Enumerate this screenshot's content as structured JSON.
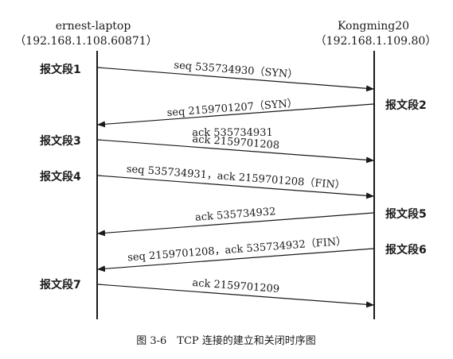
{
  "left_host": {
    "name": "ernest-laptop",
    "address": "（192.168.1.108.60871）"
  },
  "right_host": {
    "name": "Kongming20",
    "address": "（192.168.1.109.80）"
  },
  "segments": [
    {
      "label": "报文段1",
      "direction": "left-to-right",
      "lines": [
        "seq 535734930（SYN）"
      ]
    },
    {
      "label": "报文段2",
      "direction": "right-to-left",
      "lines": [
        "seq 2159701207（SYN）",
        "ack 535734931"
      ]
    },
    {
      "label": "报文段3",
      "direction": "left-to-right",
      "lines": [
        "ack 2159701208"
      ]
    },
    {
      "label": "报文段4",
      "direction": "left-to-right",
      "lines": [
        "seq 535734931，ack 2159701208（FIN）"
      ]
    },
    {
      "label": "报文段5",
      "direction": "right-to-left",
      "lines": [
        "ack 535734932"
      ]
    },
    {
      "label": "报文段6",
      "direction": "right-to-left",
      "lines": [
        "seq 2159701208，ack 535734932（FIN）"
      ]
    },
    {
      "label": "报文段7",
      "direction": "left-to-right",
      "lines": [
        "ack 2159701209"
      ]
    }
  ],
  "caption": "图 3-6　TCP 连接的建立和关闭时序图"
}
